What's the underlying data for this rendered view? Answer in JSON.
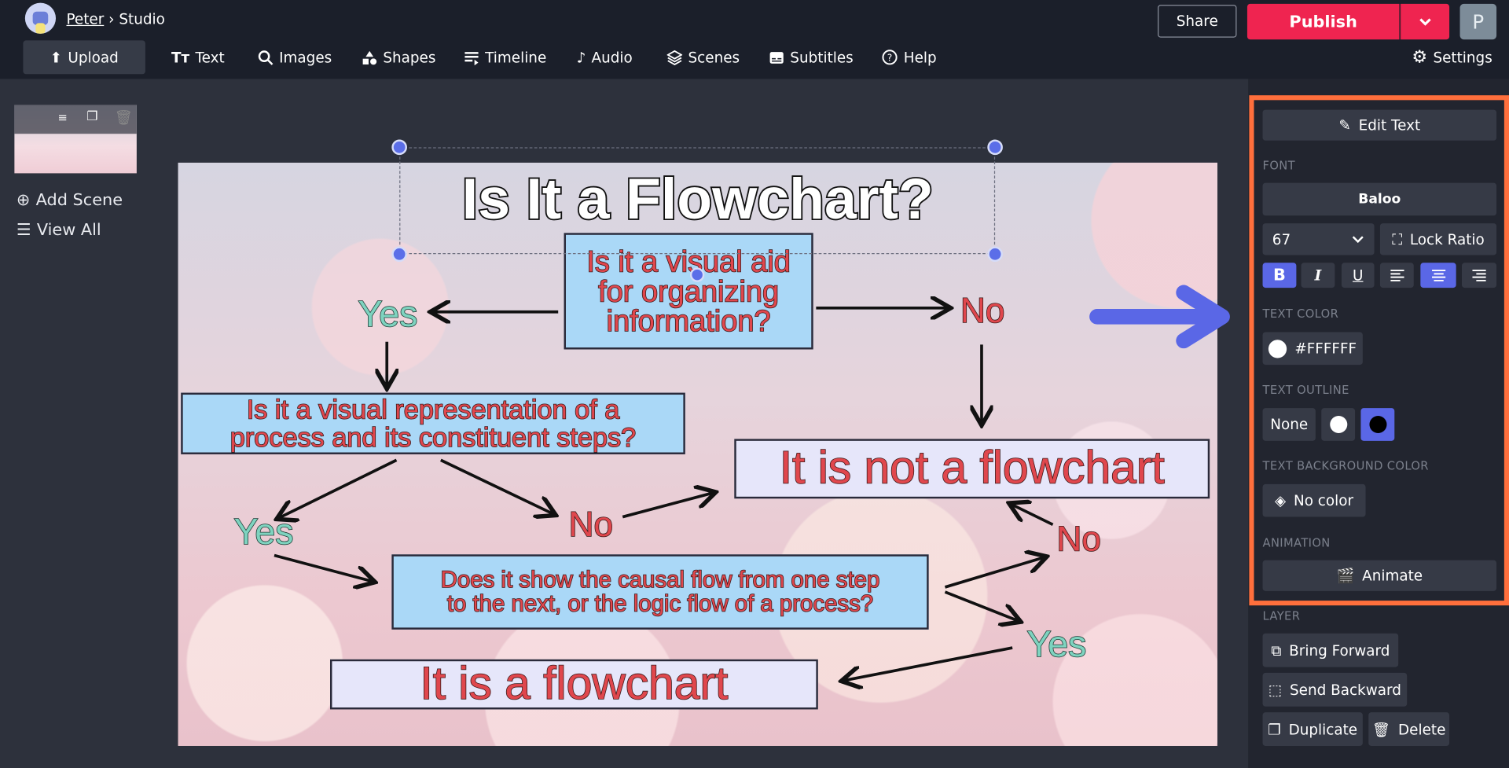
{
  "header": {
    "user": "Peter",
    "separator": "›",
    "section": "Studio",
    "share": "Share",
    "publish": "Publish",
    "avatar_initial": "P"
  },
  "toolbar": {
    "items": [
      {
        "label": "Upload",
        "icon": "upload-icon"
      },
      {
        "label": "Text",
        "icon": "text-icon"
      },
      {
        "label": "Images",
        "icon": "search-icon"
      },
      {
        "label": "Shapes",
        "icon": "shapes-icon"
      },
      {
        "label": "Timeline",
        "icon": "timeline-icon"
      },
      {
        "label": "Audio",
        "icon": "music-note-icon"
      },
      {
        "label": "Scenes",
        "icon": "layers-icon"
      },
      {
        "label": "Subtitles",
        "icon": "subtitles-icon"
      },
      {
        "label": "Help",
        "icon": "help-icon"
      }
    ],
    "settings": "Settings"
  },
  "sidebar": {
    "add_scene": "Add Scene",
    "view_all": "View All"
  },
  "canvas": {
    "title": "Is It a Flowchart?",
    "q1": "Is it a visual aid for organizing information?",
    "q1_lines": [
      "Is it a visual aid",
      "for organizing",
      "information?"
    ],
    "q2_lines": [
      "Is it a visual representation of a",
      "process and its constituent steps?"
    ],
    "q3_lines": [
      "Does it show the causal flow from one step",
      "to the next, or the logic flow of a process?"
    ],
    "not_flowchart": "It is not a flowchart",
    "is_flowchart": "It is a flowchart",
    "yes": "Yes",
    "no": "No"
  },
  "panel": {
    "edit_text": "Edit Text",
    "font_label": "FONT",
    "font": "Baloo",
    "font_size": "67",
    "lock_ratio": "Lock Ratio",
    "format": {
      "bold": true,
      "italic": false,
      "underline": false,
      "align": "center"
    },
    "text_color_label": "TEXT COLOR",
    "text_color": "#FFFFFF",
    "outline_label": "TEXT OUTLINE",
    "outline_none": "None",
    "outline_selected": "black",
    "bg_label": "TEXT BACKGROUND COLOR",
    "bg_value": "No color",
    "animation_label": "ANIMATION",
    "animate": "Animate",
    "layer_label": "LAYER",
    "bring_forward": "Bring Forward",
    "send_backward": "Send Backward",
    "duplicate": "Duplicate",
    "delete": "Delete"
  },
  "colors": {
    "accent": "#5a67e6",
    "publish": "#ef2450",
    "highlight": "#ff6f3c"
  }
}
